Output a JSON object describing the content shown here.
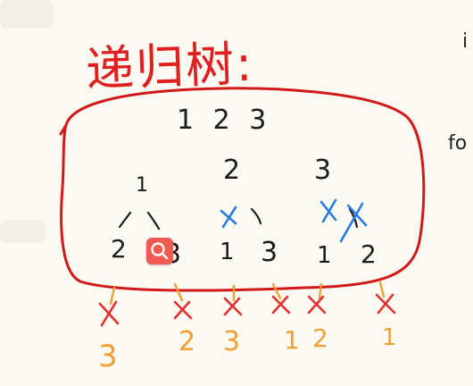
{
  "title": "递归树:",
  "root_sequence": "1 2 3",
  "level1": {
    "left": "1",
    "middle": "2",
    "right": "3"
  },
  "level2": [
    "2",
    "3",
    "1",
    "3",
    "1",
    "2"
  ],
  "remaining_values": [
    "3",
    "2",
    "3",
    "1",
    "2",
    "1"
  ],
  "side_marks": {
    "top": "i",
    "middle": "fo"
  },
  "icons": {
    "search": "search-icon"
  },
  "colors": {
    "title": "#e02020",
    "frame": "#d21919",
    "ink": "#1a1a1a",
    "prune_blue": "#2a7be0",
    "orange": "#f0a030",
    "cross_red": "#e53030",
    "badge": "#ef5a52"
  }
}
